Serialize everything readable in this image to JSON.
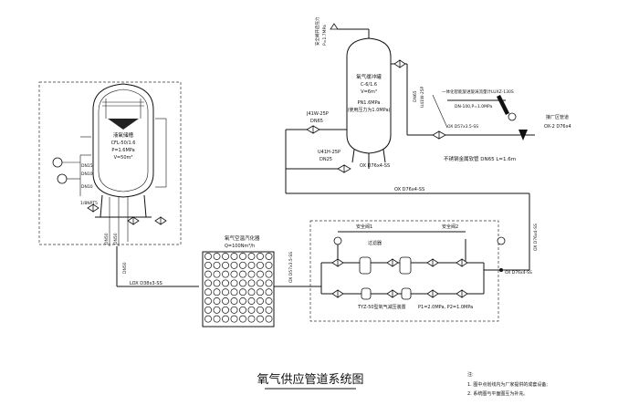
{
  "title": "氧气供应管道系统图",
  "notes": {
    "heading": "注:",
    "items": [
      "1. 图中点划线内为厂家提供的成套设备;",
      "2. 系统图与平面图互为补充。"
    ]
  },
  "storage_tank": {
    "name": "液氧储槽",
    "model": "CFL-50/1.6",
    "pressure": "P=1.6MPa",
    "volume": "V=50m³"
  },
  "buffer_tank": {
    "name": "氧气缓冲罐",
    "model": "C-6/1.6",
    "volume": "V=6m³",
    "pn": "PN1.6MPa",
    "use_pressure": "(使用压力为1.0MPa)"
  },
  "vaporizer": {
    "name": "氧气空温汽化器",
    "capacity": "Q=100Nm³/h"
  },
  "pressure_device": {
    "name": "TYZ-50型氧气减压装置",
    "pressures": "P1=2.0MPa, P2=1.0MPa"
  },
  "labels": {
    "safety_valve_top": "安全阀开启压力",
    "safety_valve_top2": "P=1.7MPa",
    "valve_1": "DN15",
    "valve_2": "DN10",
    "valve_3": "DN10",
    "level_gauge": "1/8NPT5",
    "dn50_a": "DN50",
    "dn50_b": "DN50",
    "dn50_c": "DN50",
    "lox_pipe": "LOX D38x3-SS",
    "ox_pipe_v": "OX D57x3.5-SS",
    "valve_j41w_1": "J41W-25P",
    "valve_j41w_1b": "DN65",
    "valve_j41h": "U41H-25P",
    "valve_j41h_b": "DN25",
    "ox_pipe_mid": "OX D76x4-SS",
    "ox_pipe_top": "OX D76x4-SS",
    "dn65_v": "DN65",
    "j41w_v": "U41W-25P",
    "ox_d57_top": "OX D57x3.5-SS",
    "flowmeter": "一体化智能旋进旋涡流量计LUXZ-130S",
    "flowmeter_spec": "DN-100,P=1.0MPa",
    "factory_pipe_title": "接厂区管道",
    "factory_pipe_spec": "OX-2 D76x4",
    "flex_hose": "不锈钢金属软管 DN65 L=1.6m",
    "ox_right_v": "OX D76x4-SS",
    "ox_pipe_left_v": "OX D57x3.5-SS",
    "safety_1": "安全阀1",
    "safety_2": "安全阀2",
    "filter": "过滤器",
    "ox_out": "OX D76x4-SS"
  }
}
